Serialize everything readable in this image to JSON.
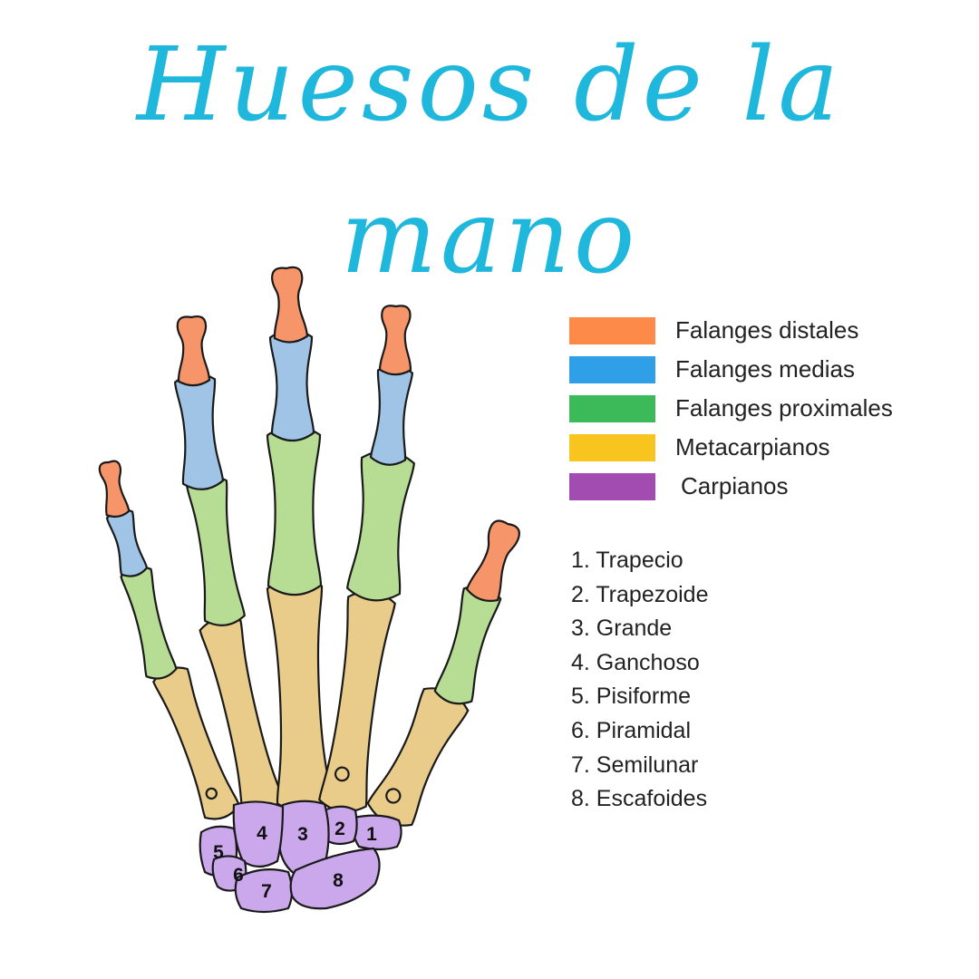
{
  "title": "Huesos de la mano",
  "colors": {
    "title": "#1fb8dc",
    "distal": "#f7956a",
    "media": "#9fc4e6",
    "proximal": "#b6dd93",
    "meta": "#e9cc8a",
    "carpo": "#cba8ec"
  },
  "legend": [
    {
      "label": "Falanges distales",
      "color": "#fd8a48"
    },
    {
      "label": "Falanges medias",
      "color": "#2fa0e8"
    },
    {
      "label": "Falanges proximales",
      "color": "#3cb958"
    },
    {
      "label": "Metacarpianos",
      "color": "#f8c51e"
    },
    {
      "label": "Carpianos",
      "color": "#a24cb2"
    }
  ],
  "carpal_list": [
    "1. Trapecio",
    "2. Trapezoide",
    "3. Grande",
    "4. Ganchoso",
    "5. Pisiforme",
    "6. Piramidal",
    "7. Semilunar",
    "8. Escafoides"
  ],
  "carpal_numbers": [
    "1",
    "2",
    "3",
    "4",
    "5",
    "6",
    "7",
    "8"
  ]
}
